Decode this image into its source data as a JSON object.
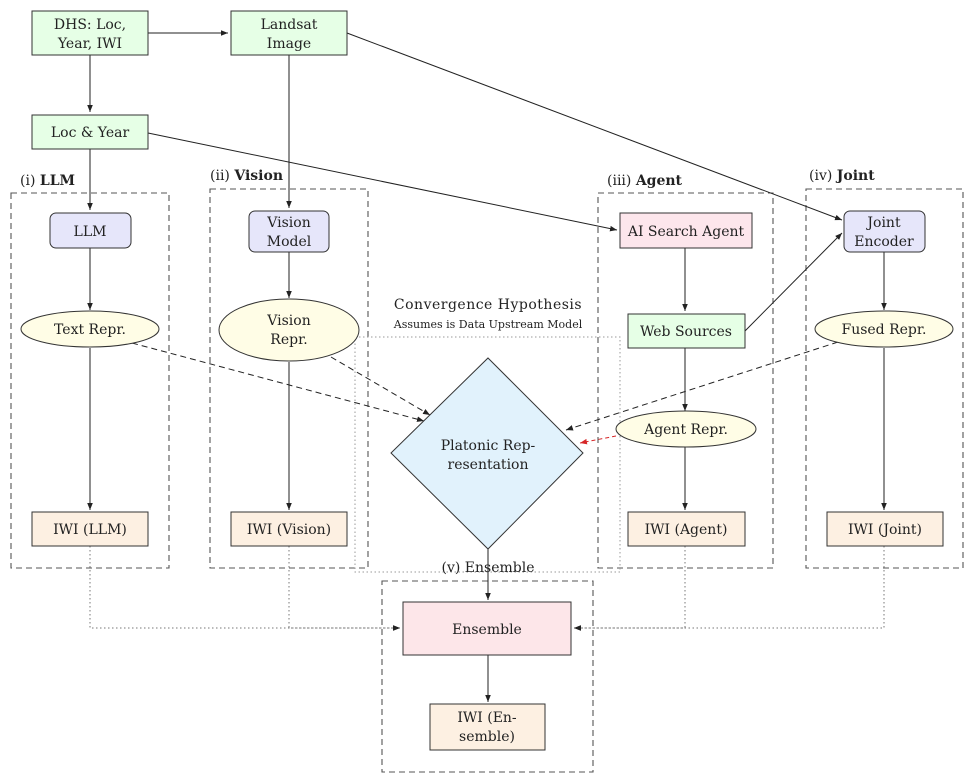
{
  "colors": {
    "input_fill": "#e6ffe6",
    "model_fill": "#e6e6fa",
    "repr_fill": "#fffde6",
    "output_fill": "#fdf0e2",
    "agent_fill": "#fde6ec",
    "platonic_fill": "#e1f2fc",
    "ensemble_fill": "#fde6e9",
    "red_edge": "#d62728"
  },
  "nodes": {
    "dhs": [
      "DHS: Loc,",
      "Year, IWI"
    ],
    "landsat": [
      "Landsat",
      "Image"
    ],
    "locyear": [
      "Loc & Year"
    ],
    "llm": [
      "LLM"
    ],
    "vision_model": [
      "Vision",
      "Model"
    ],
    "ai_search": [
      "AI Search Agent"
    ],
    "joint_encoder": [
      "Joint",
      "Encoder"
    ],
    "text_repr": [
      "Text Repr."
    ],
    "vision_repr": [
      "Vision",
      "Repr."
    ],
    "web_sources": [
      "Web Sources"
    ],
    "fused_repr": [
      "Fused Repr."
    ],
    "agent_repr": [
      "Agent Repr."
    ],
    "platonic": [
      "Platonic Rep-",
      "resentation"
    ],
    "iwi_llm": [
      "IWI (LLM)"
    ],
    "iwi_vision": [
      "IWI (Vision)"
    ],
    "iwi_agent": [
      "IWI (Agent)"
    ],
    "iwi_joint": [
      "IWI (Joint)"
    ],
    "ensemble": [
      "Ensemble"
    ],
    "iwi_ensemble": [
      "IWI (En-",
      "semble)"
    ]
  },
  "groups": {
    "llm": {
      "num": "(i) ",
      "name": "LLM"
    },
    "vision": {
      "num": "(ii) ",
      "name": "Vision"
    },
    "agent": {
      "num": "(iii) ",
      "name": "Agent"
    },
    "joint": {
      "num": "(iv) ",
      "name": "Joint"
    },
    "ensemble": {
      "num": "(v) ",
      "name": "Ensemble"
    }
  },
  "hypothesis": {
    "title": "Convergence Hypothesis",
    "subtitle": "Assumes is Data Upstream Model"
  }
}
